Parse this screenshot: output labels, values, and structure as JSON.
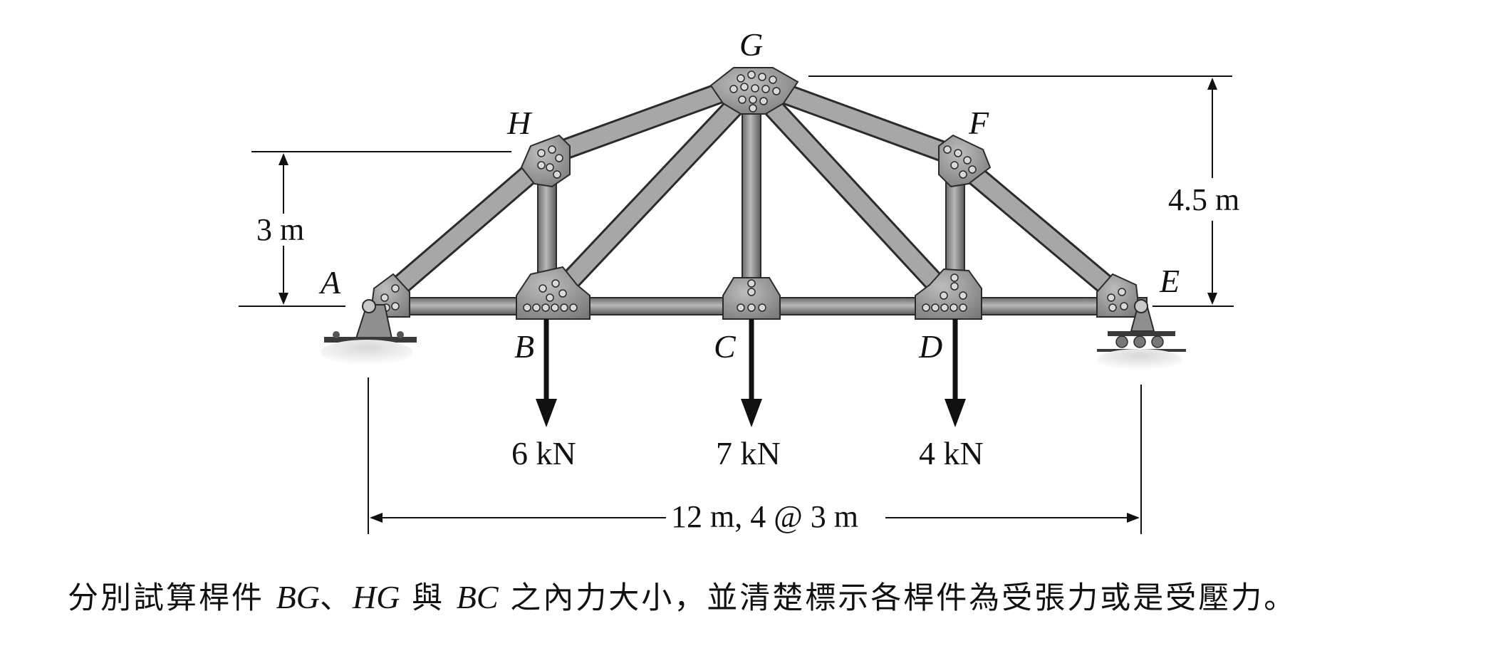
{
  "joint_labels": {
    "A": "A",
    "B": "B",
    "C": "C",
    "D": "D",
    "E": "E",
    "F": "F",
    "G": "G",
    "H": "H"
  },
  "loads": [
    {
      "joint": "B",
      "label": "6 kN",
      "value": 6,
      "unit": "kN"
    },
    {
      "joint": "C",
      "label": "7 kN",
      "value": 7,
      "unit": "kN"
    },
    {
      "joint": "D",
      "label": "4 kN",
      "value": 4,
      "unit": "kN"
    }
  ],
  "dimensions": {
    "height_left": "3 m",
    "height_right": "4.5 m",
    "span": "12 m, 4 @ 3 m"
  },
  "question": {
    "p1": "分別試算桿件 ",
    "m1": "BG",
    "p2": "、",
    "m2": "HG",
    "p3": " 與 ",
    "m3": "BC",
    "p4": " 之內力大小，並清楚標示各桿件為受張力或是受壓力。"
  }
}
